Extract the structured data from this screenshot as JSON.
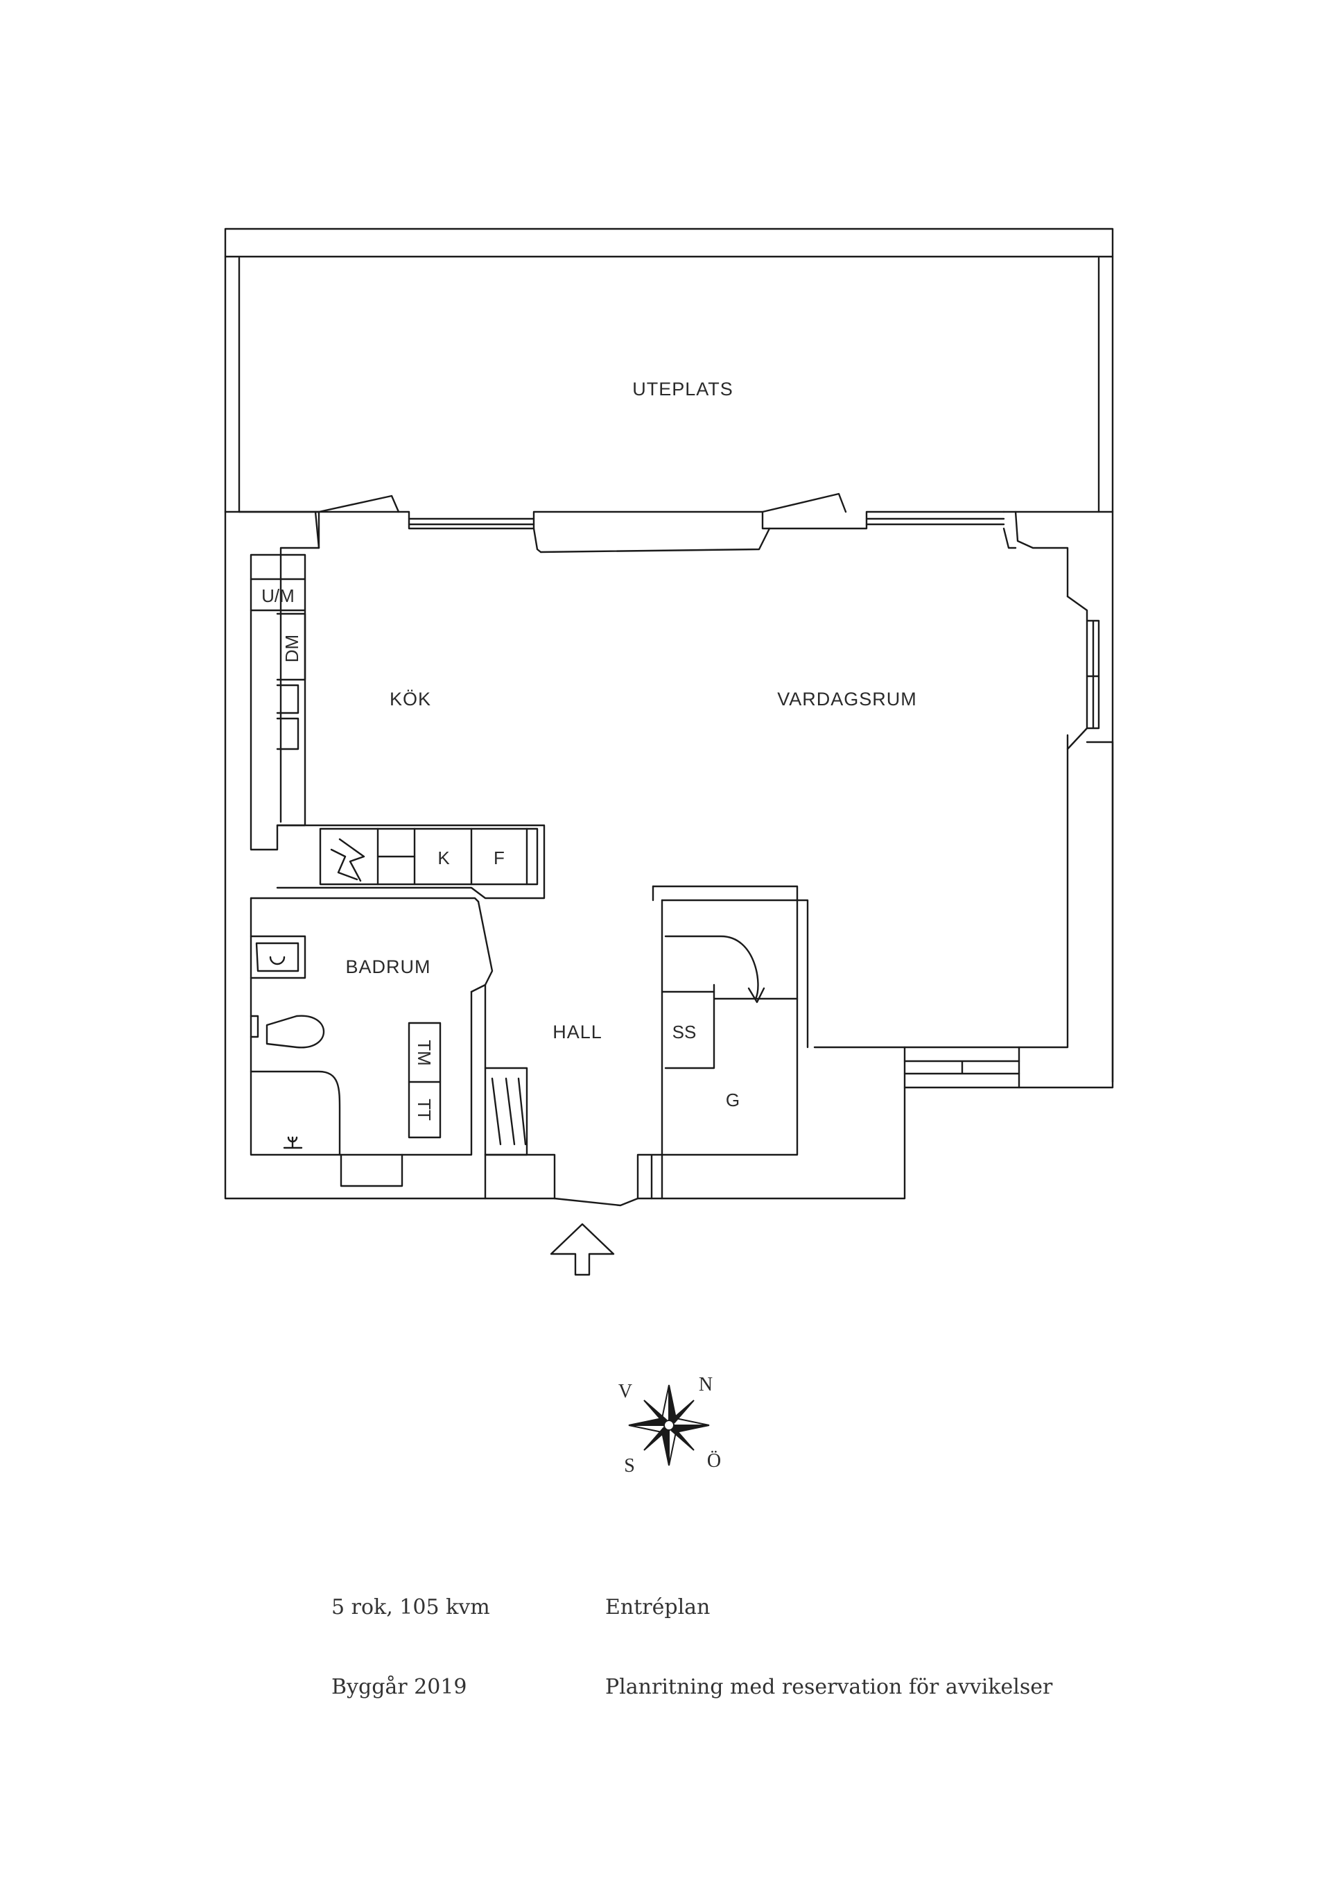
{
  "rooms": {
    "uteplats": "UTEPLATS",
    "kok": "KÖK",
    "vardagsrum": "VARDAGSRUM",
    "badrum": "BADRUM",
    "hall": "HALL"
  },
  "fixtures": {
    "um": "U/M",
    "dm": "DM",
    "k": "K",
    "f": "F",
    "tm": "TM",
    "tt": "TT",
    "ss": "SS",
    "g": "G"
  },
  "compass": {
    "n": "N",
    "v": "V",
    "s": "S",
    "o": "Ö"
  },
  "info": {
    "rooms_area": "5 rok, 105 kvm",
    "floor": "Entréplan",
    "year": "Byggår 2019",
    "disclaimer": "Planritning med reservation för avvikelser"
  },
  "colors": {
    "line": "#1a1a1a",
    "text": "#2a2a2a"
  }
}
